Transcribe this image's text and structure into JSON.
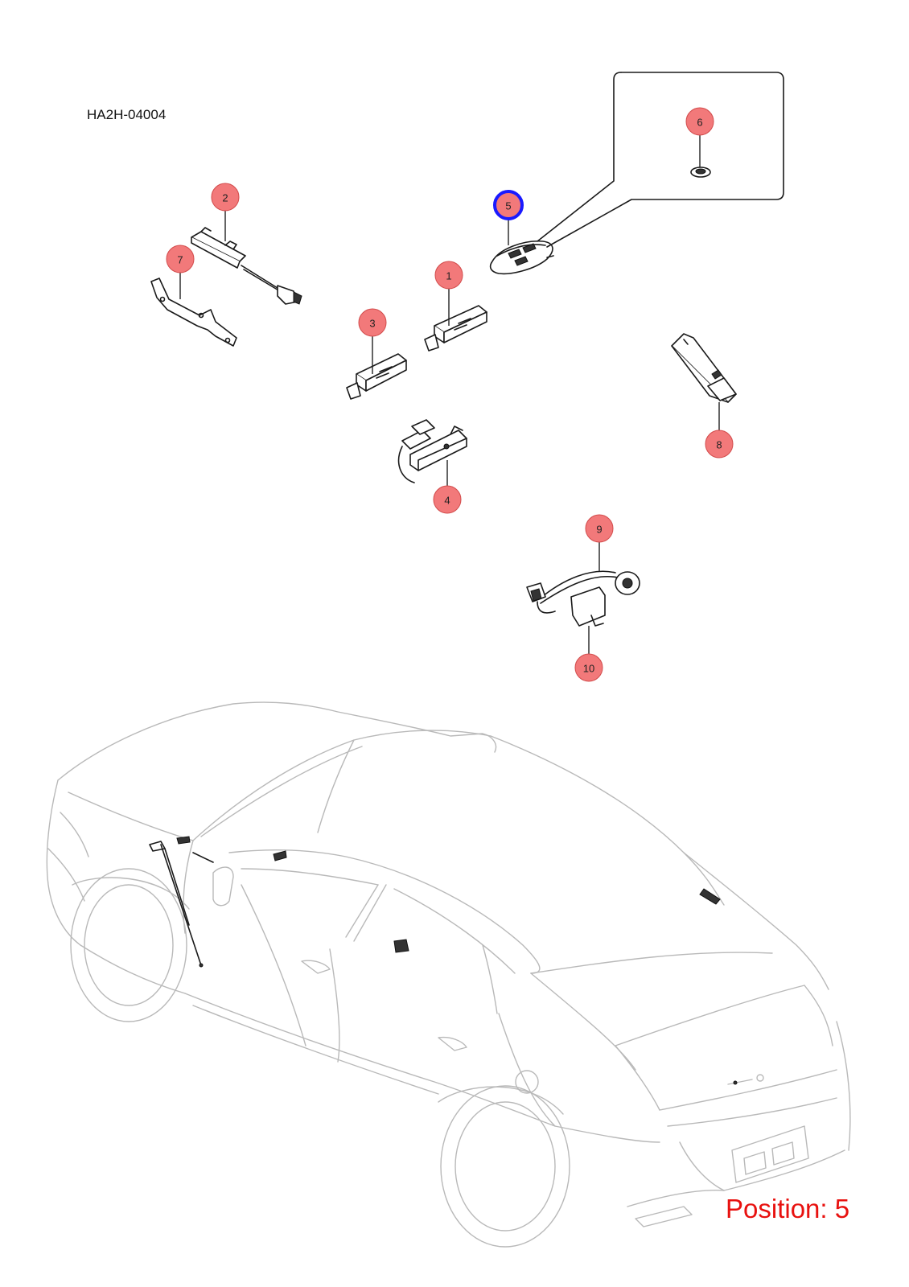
{
  "diagram_code": "HA2H-04004",
  "position_label": "Position: 5",
  "selected_callout": "5",
  "colors": {
    "callout_fill": "#f2797a",
    "selection_outline": "#1a1aff",
    "position_text": "#e8110f",
    "vehicle_outline": "#b9b9b9"
  },
  "callouts": [
    {
      "id": "1",
      "label": "1"
    },
    {
      "id": "2",
      "label": "2"
    },
    {
      "id": "3",
      "label": "3"
    },
    {
      "id": "4",
      "label": "4"
    },
    {
      "id": "5",
      "label": "5"
    },
    {
      "id": "6",
      "label": "6"
    },
    {
      "id": "7",
      "label": "7"
    },
    {
      "id": "8",
      "label": "8"
    },
    {
      "id": "9",
      "label": "9"
    },
    {
      "id": "10",
      "label": "10"
    }
  ]
}
